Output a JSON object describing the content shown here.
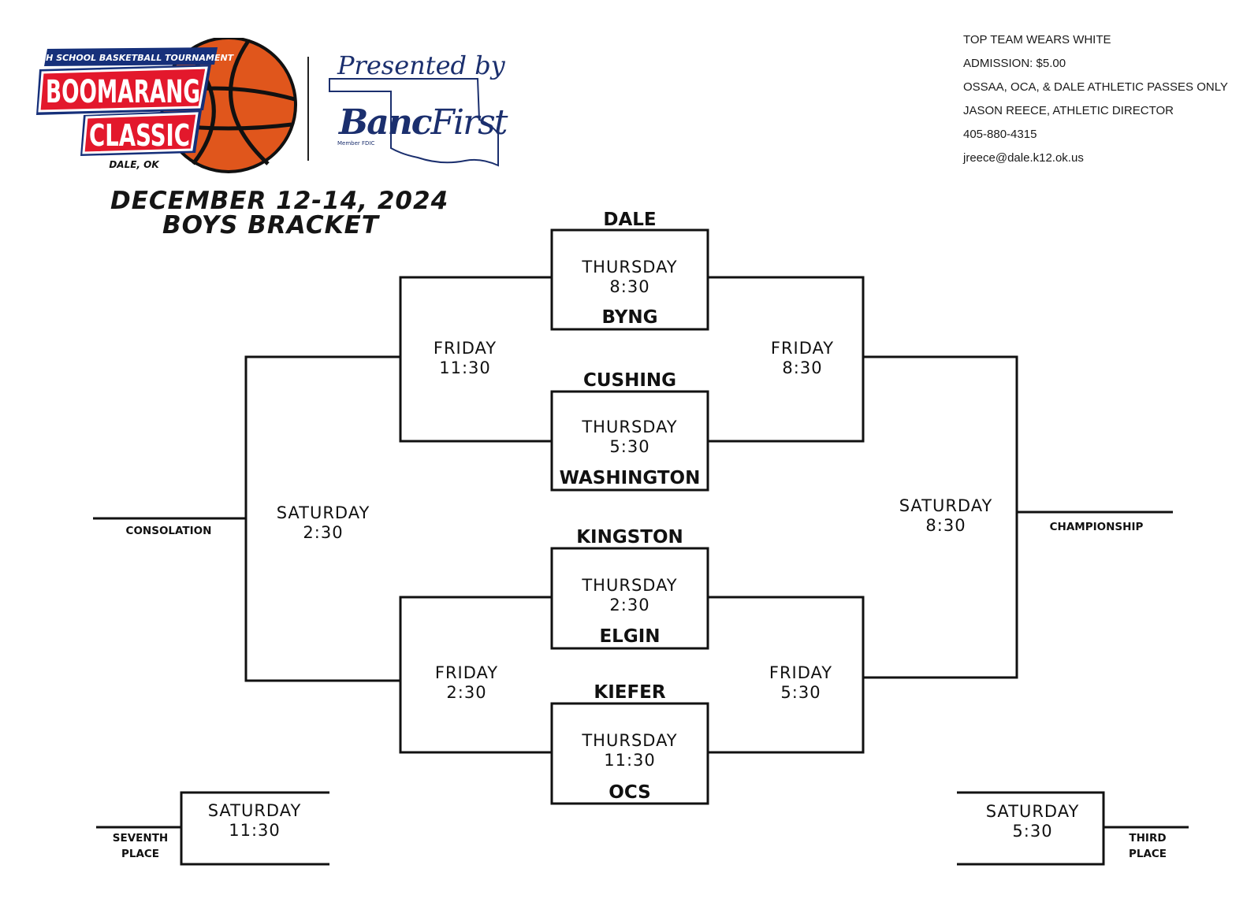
{
  "logo": {
    "banner": "HIGH SCHOOL BASKETBALL TOURNAMENT",
    "name_line1": "BOOMARANG",
    "name_line2": "CLASSIC",
    "location": "DALE, OK",
    "colors": {
      "red": "#e3182c",
      "navy": "#16307a",
      "ball": "#e0561c"
    }
  },
  "sponsor": {
    "presented_by": "Presented by",
    "name_part1": "Banc",
    "name_part2": "First",
    "member": "Member FDIC",
    "color": "#1b2f6e"
  },
  "title": {
    "dates": "DECEMBER 12-14, 2024",
    "bracket": "BOYS BRACKET"
  },
  "info": [
    "TOP TEAM WEARS WHITE",
    "ADMISSION: $5.00",
    "OSSAA, OCA,  & DALE ATHLETIC PASSES ONLY",
    "JASON REECE, ATHLETIC DIRECTOR",
    "405-880-4315",
    "jreece@dale.k12.ok.us"
  ],
  "teams": {
    "t1": "DALE",
    "t2": "BYNG",
    "t3": "CUSHING",
    "t4": "WASHINGTON",
    "t5": "KINGSTON",
    "t6": "ELGIN",
    "t7": "KIEFER",
    "t8": "OCS"
  },
  "games": {
    "qf1": {
      "day": "THURSDAY",
      "time": "8:30"
    },
    "qf2": {
      "day": "THURSDAY",
      "time": "5:30"
    },
    "qf3": {
      "day": "THURSDAY",
      "time": "2:30"
    },
    "qf4": {
      "day": "THURSDAY",
      "time": "11:30"
    },
    "cons_top": {
      "day": "FRIDAY",
      "time": "11:30"
    },
    "cons_bottom": {
      "day": "FRIDAY",
      "time": "2:30"
    },
    "semi_top": {
      "day": "FRIDAY",
      "time": "8:30"
    },
    "semi_bottom": {
      "day": "FRIDAY",
      "time": "5:30"
    },
    "consolation_final": {
      "day": "SATURDAY",
      "time": "2:30"
    },
    "championship_final": {
      "day": "SATURDAY",
      "time": "8:30"
    },
    "seventh_place": {
      "day": "SATURDAY",
      "time": "11:30"
    },
    "third_place": {
      "day": "SATURDAY",
      "time": "5:30"
    }
  },
  "labels": {
    "consolation": "CONSOLATION",
    "championship": "CHAMPIONSHIP",
    "seventh_1": "SEVENTH",
    "seventh_2": "PLACE",
    "third_1": "THIRD",
    "third_2": "PLACE"
  }
}
